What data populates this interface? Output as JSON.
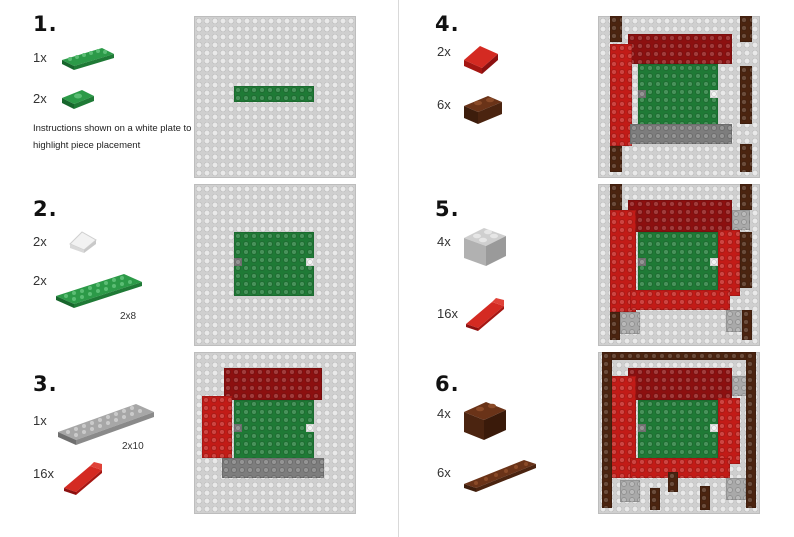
{
  "steps": [
    {
      "number": "1.",
      "parts": [
        {
          "qty": "1x",
          "icon": "green-plate-1x6"
        },
        {
          "qty": "2x",
          "icon": "green-jumper-plate-1x2"
        }
      ],
      "note": "Instructions shown on a white plate to better highlight piece placement"
    },
    {
      "number": "2.",
      "parts": [
        {
          "qty": "2x",
          "icon": "white-slope-1x1"
        },
        {
          "qty": "2x",
          "icon": "green-plate-2x8",
          "size": "2x8"
        }
      ]
    },
    {
      "number": "3.",
      "parts": [
        {
          "qty": "1x",
          "icon": "gray-plate-2x10",
          "size": "2x10"
        },
        {
          "qty": "16x",
          "icon": "red-slope-1x2"
        }
      ]
    },
    {
      "number": "4.",
      "parts": [
        {
          "qty": "2x",
          "icon": "red-slope-2x2"
        },
        {
          "qty": "6x",
          "icon": "brown-brick-1x2"
        }
      ]
    },
    {
      "number": "5.",
      "parts": [
        {
          "qty": "4x",
          "icon": "gray-brick-2x2"
        },
        {
          "qty": "16x",
          "icon": "red-slope-1x2"
        }
      ]
    },
    {
      "number": "6.",
      "parts": [
        {
          "qty": "4x",
          "icon": "brown-brick-1x2"
        },
        {
          "qty": "6x",
          "icon": "brown-plate-1x6"
        }
      ]
    }
  ],
  "colors": {
    "green": "#1f7a36",
    "red": "#c21b17",
    "dark_red": "#8c1010",
    "brown": "#4b2410",
    "dark_gray": "#7d7d7d",
    "light_gray": "#cfcfcf",
    "white": "#f1f1f1"
  }
}
